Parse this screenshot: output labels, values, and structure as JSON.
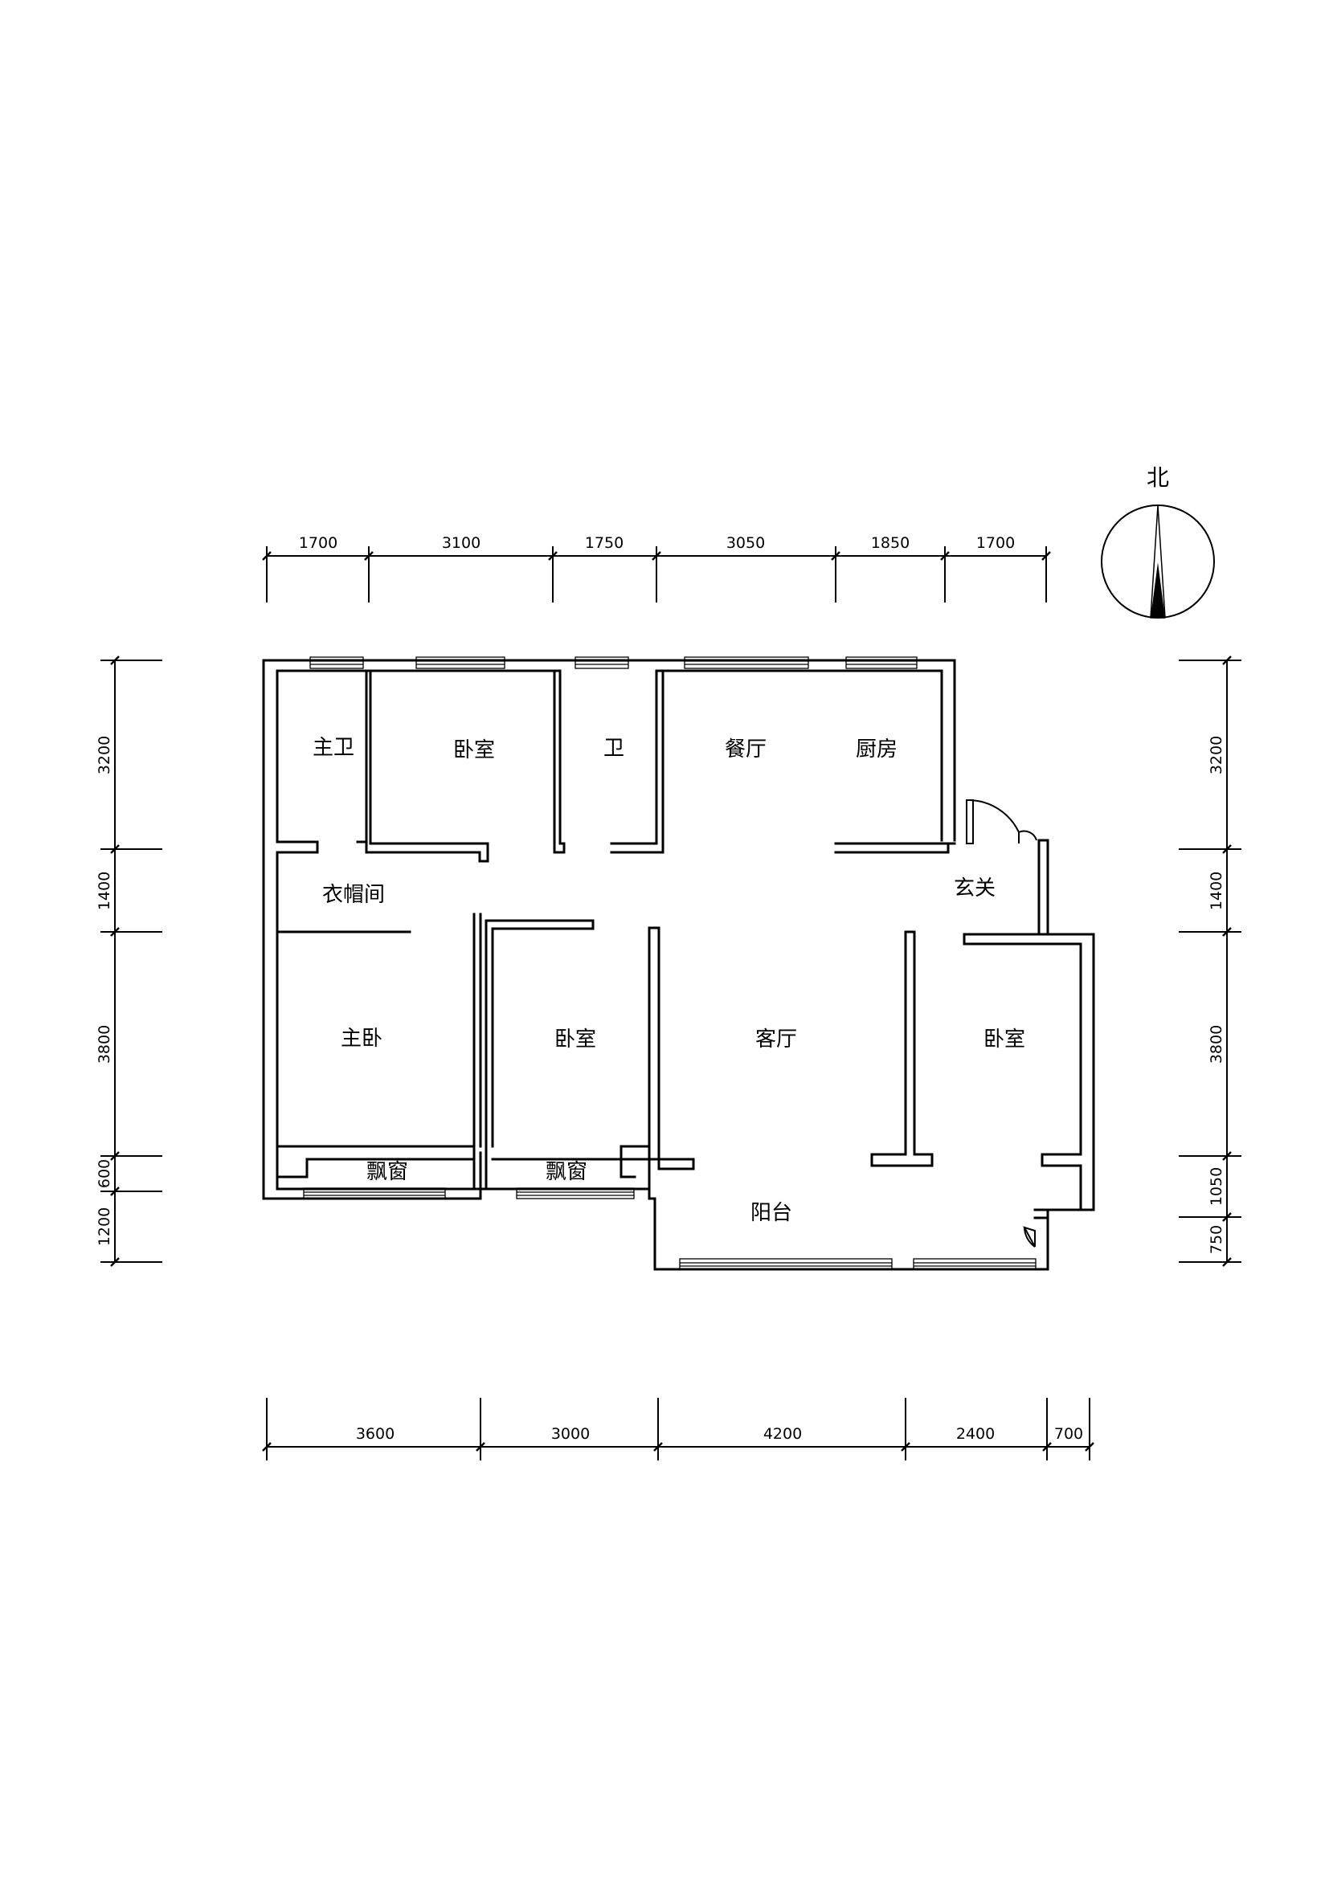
{
  "compass": {
    "label": "北"
  },
  "dimensions": {
    "top": [
      "1700",
      "3100",
      "1750",
      "3050",
      "1850",
      "1700"
    ],
    "bottom": [
      "3600",
      "3000",
      "4200",
      "2400",
      "700"
    ],
    "left": [
      "3200",
      "1400",
      "3800",
      "600",
      "1200"
    ],
    "right": [
      "3200",
      "1400",
      "3800",
      "1050",
      "750"
    ]
  },
  "rooms": {
    "master_bath": "主卫",
    "bedroom_north": "卧室",
    "bath": "卫",
    "dining": "餐厅",
    "kitchen": "厨房",
    "wardrobe": "衣帽间",
    "foyer": "玄关",
    "master_bedroom": "主卧",
    "bedroom_middle": "卧室",
    "living": "客厅",
    "bedroom_east": "卧室",
    "bay_window_1": "飘窗",
    "bay_window_2": "飘窗",
    "balcony": "阳台"
  }
}
